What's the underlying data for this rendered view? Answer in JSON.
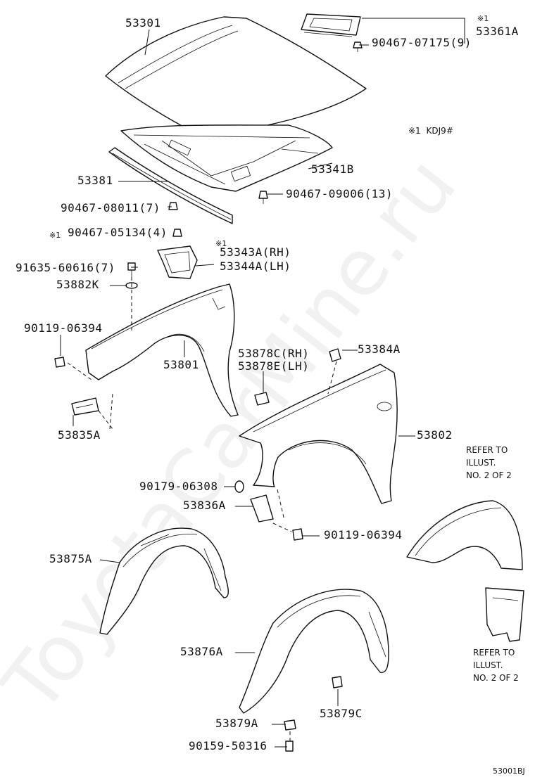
{
  "watermark": "ToyotaCarMine.ru",
  "diagram_code": "53001BJ",
  "footnote": {
    "mark": "※1",
    "text": "KDJ9#"
  },
  "labels": {
    "l_53301": "53301",
    "l_53361A": "53361A",
    "l_90467_07175": "90467-07175(9)",
    "l_53341B": "53341B",
    "l_53381": "53381",
    "l_90467_09006": "90467-09006(13)",
    "l_90467_08011": "90467-08011(7)",
    "l_90467_05134": "90467-05134(4)",
    "l_53343A": "53343A(RH)",
    "l_53344A": "53344A(LH)",
    "l_91635_60616": "91635-60616(7)",
    "l_53882K": "53882K",
    "l_90119_06394_a": "90119-06394",
    "l_53801": "53801",
    "l_53878C": "53878C(RH)",
    "l_53878E": "53878E(LH)",
    "l_53384A": "53384A",
    "l_53835A": "53835A",
    "l_53802": "53802",
    "l_90179_06308": "90179-06308",
    "l_53836A": "53836A",
    "l_90119_06394_b": "90119-06394",
    "l_53875A": "53875A",
    "l_53876A": "53876A",
    "l_53879C": "53879C",
    "l_53879A": "53879A",
    "l_90159_50316": "90159-50316"
  },
  "marks": {
    "m_53361A": "※1",
    "m_90467_05134": "※1",
    "m_53343A": "※1"
  },
  "refer_notes": {
    "r1": [
      "REFER TO",
      "ILLUST.",
      "NO. 2 OF 2"
    ],
    "r2": [
      "REFER TO",
      "ILLUST.",
      "NO. 2 OF 2"
    ]
  }
}
